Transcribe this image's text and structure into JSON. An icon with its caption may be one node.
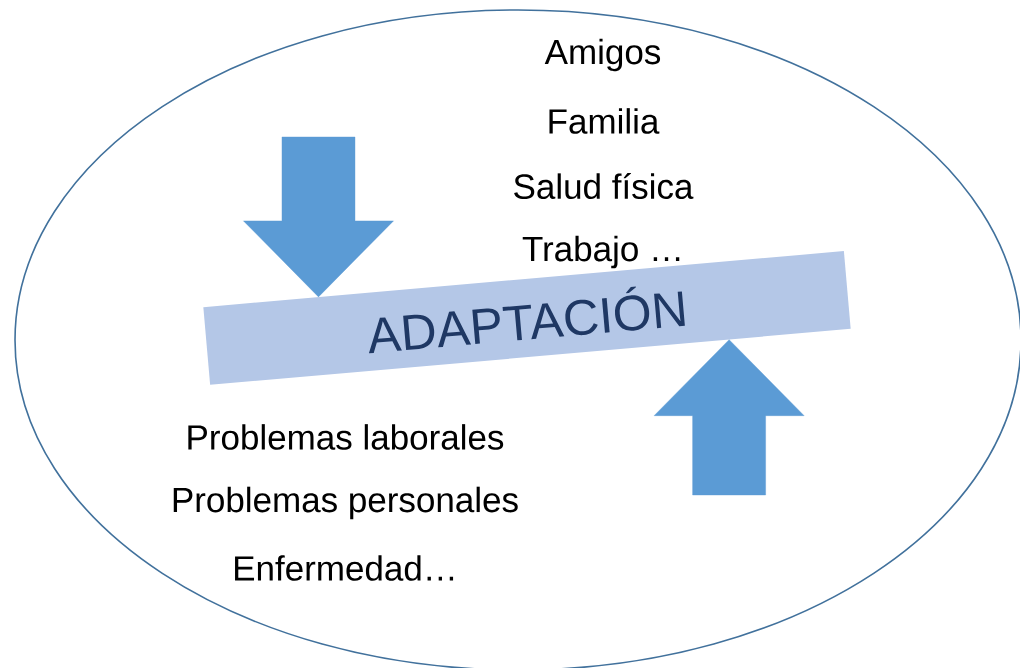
{
  "diagram": {
    "nodes": [
      {
        "text": [],
        "shape": "ellipse"
      },
      {
        "text": [
          "ADAPTACIÓN"
        ],
        "in": 0
      }
    ],
    "edges": [
      {
        "from": null,
        "to": 1,
        "arrow": "to"
      },
      {
        "from": null,
        "to": 1,
        "arrow": "to"
      }
    ],
    "labels": [
      "Amigos",
      "Familia",
      "Salud física",
      "Trabajo …",
      "Problemas laborales",
      "Problemas personales",
      "Enfermedad…"
    ]
  }
}
